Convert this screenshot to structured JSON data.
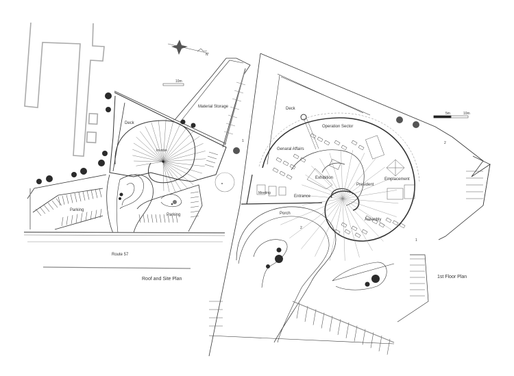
{
  "drawing": {
    "left_plan_title": "Roof and Site Plan",
    "right_plan_title": "1st Floor Plan",
    "road_label": "Route 57",
    "north_marker": "N",
    "scale_left": "10m",
    "scale_right_a": "5m",
    "scale_right_b": "10m",
    "level_marks": [
      "1",
      "2",
      "2",
      "1"
    ]
  },
  "site_plan_labels": {
    "deck": "Deck",
    "involve": "Involve",
    "material_storage": "Material Storage",
    "parking_west": "Parking",
    "parking_east": "Parking"
  },
  "floor_plan_labels": {
    "deck": "Deck",
    "operation_sector": "Operation Sector",
    "general_affairs": "Genaral Affairs",
    "exhibition": "Exhibition",
    "president": "President",
    "emplacement": "Emplacement",
    "meeting": "Meeting",
    "entrance": "Entrance",
    "porch": "Porch",
    "assembly": "Assenbly"
  },
  "colors": {
    "line": "#333333",
    "light_line": "#999999",
    "tree": "#2b2b2b",
    "scale_bar": "#222222"
  }
}
